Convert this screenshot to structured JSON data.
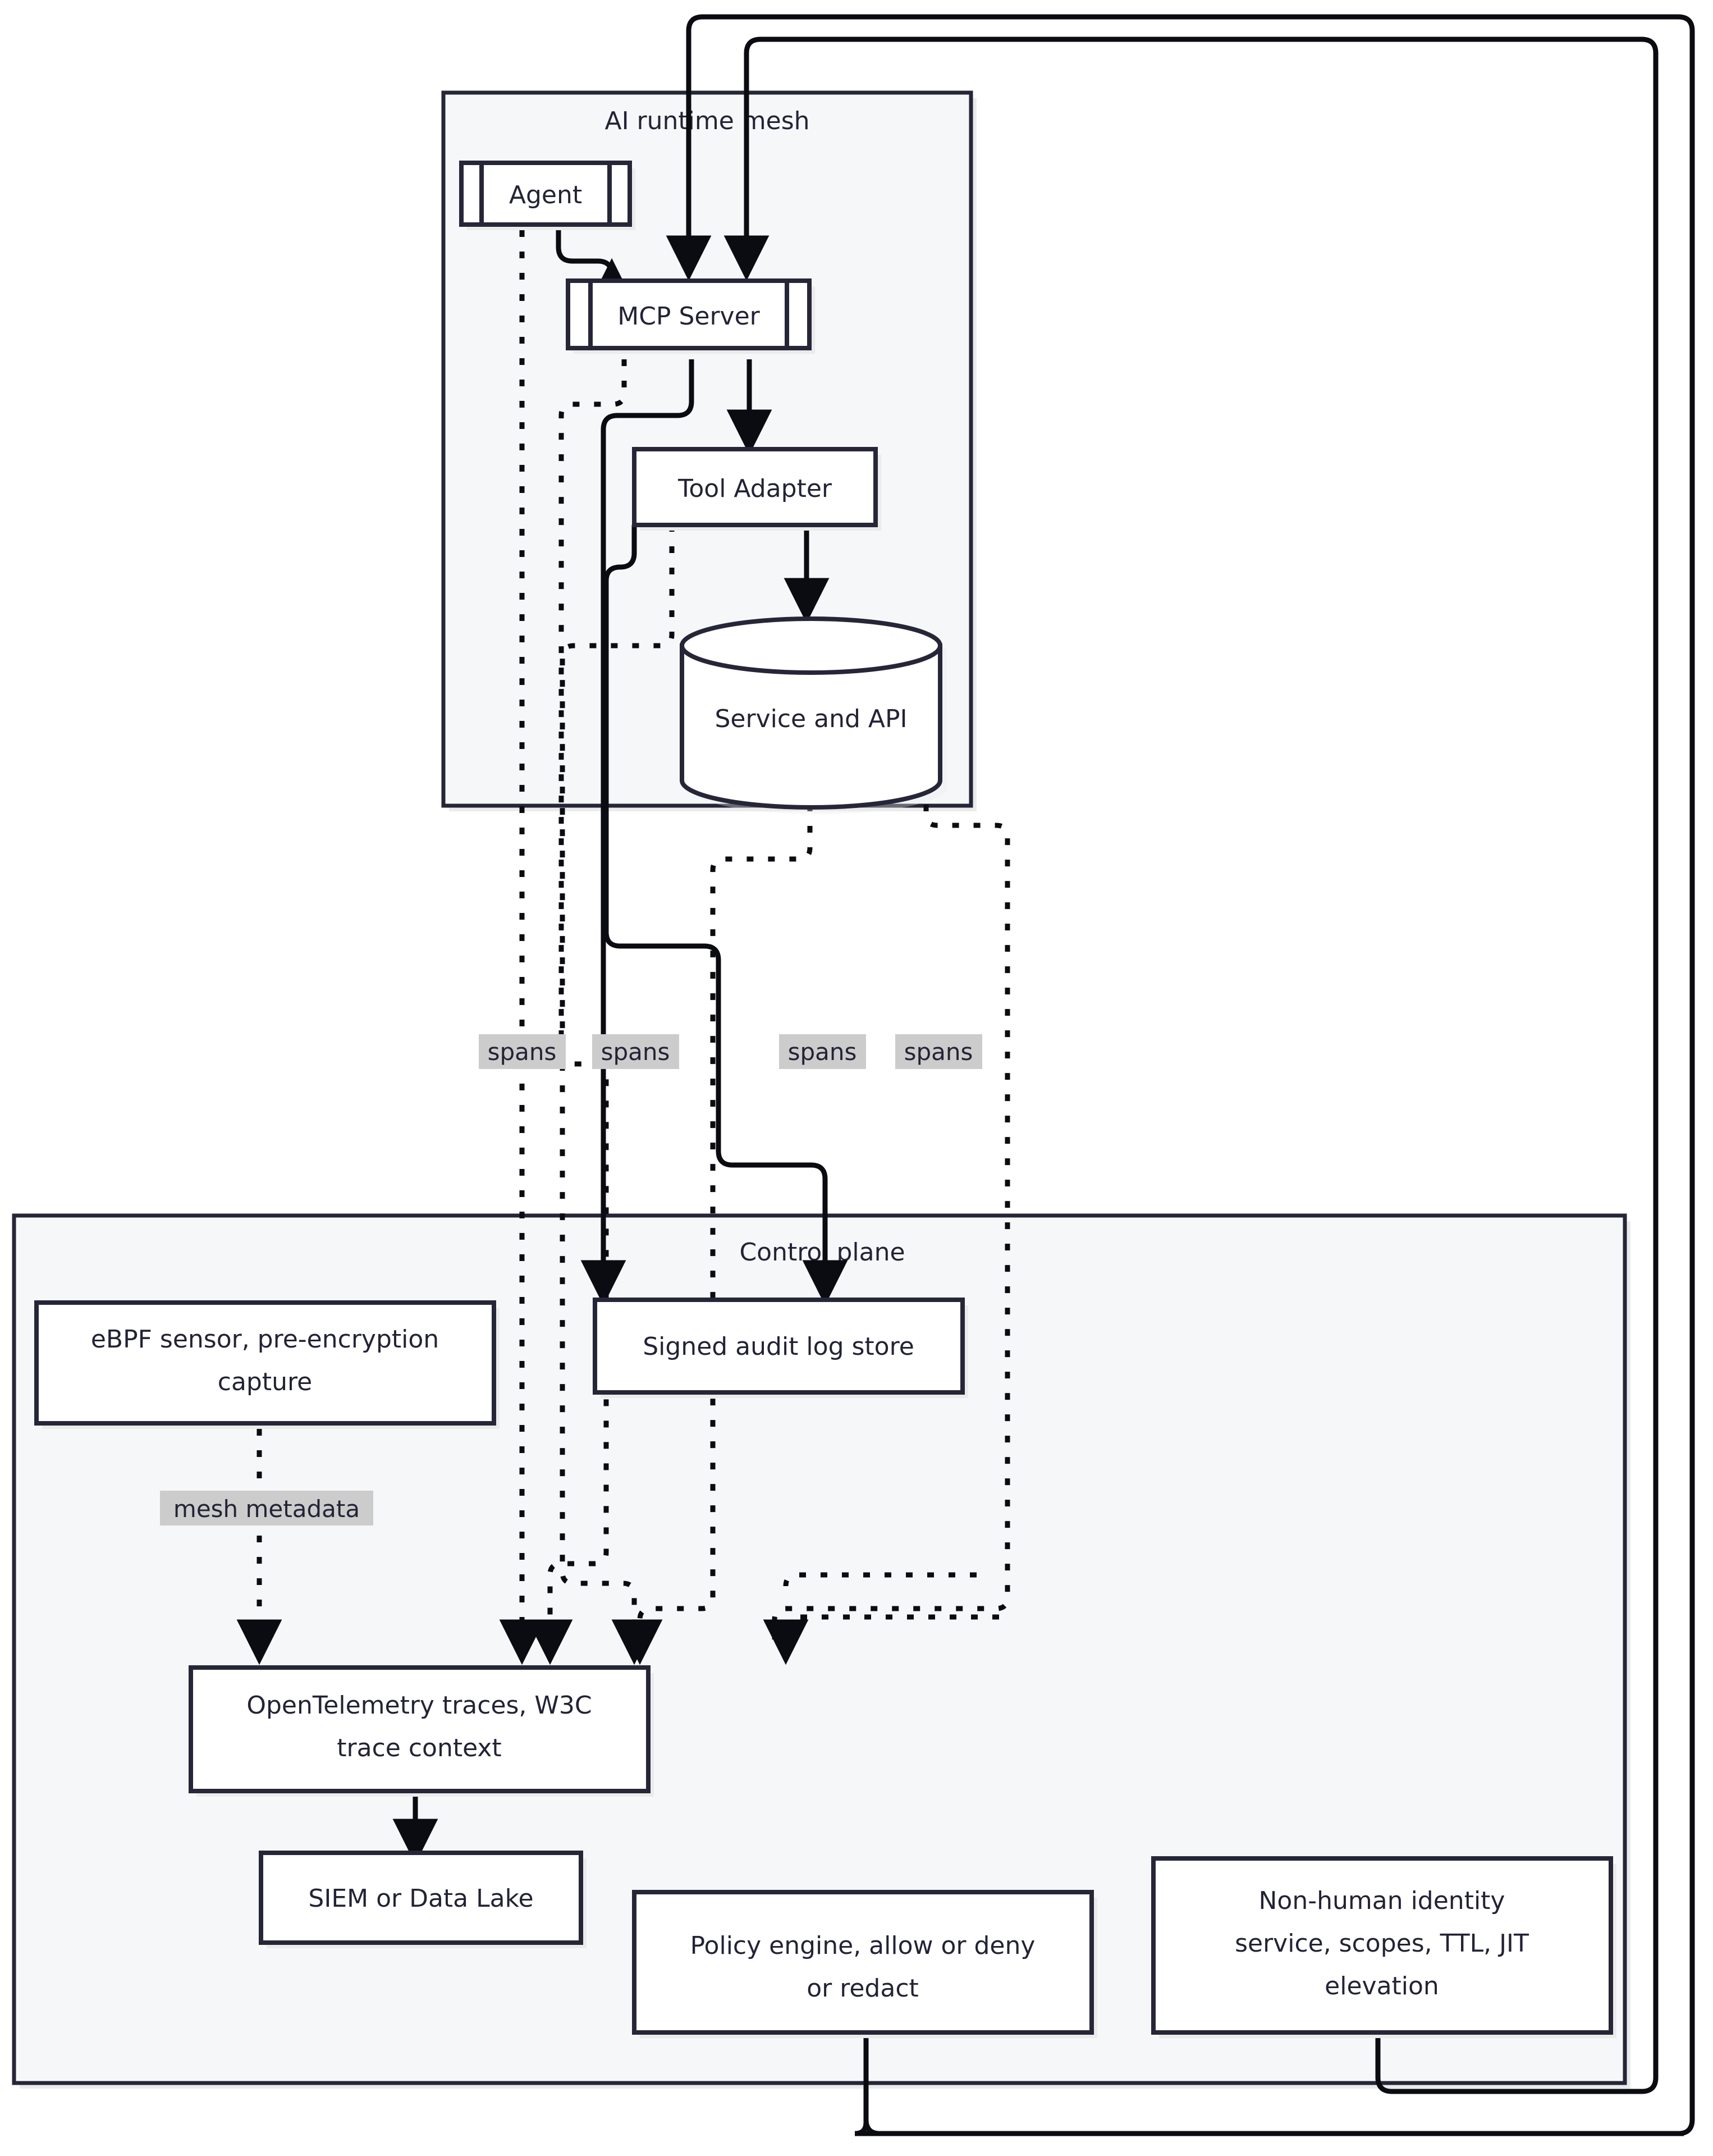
{
  "diagram": {
    "type": "flowchart",
    "title": "AI runtime mesh and control plane observability architecture",
    "colors": {
      "stroke": "#262638",
      "node_fill": "#ffffff",
      "cluster_fill": "#f6f7f9",
      "edge": "#0b0b12",
      "edge_label_bg": "#cccccc",
      "shadow": "#ebebeb"
    },
    "clusters": [
      {
        "id": "mesh",
        "label": "AI runtime mesh"
      },
      {
        "id": "control",
        "label": "Control plane"
      }
    ],
    "nodes": [
      {
        "id": "agent",
        "label": "Agent",
        "shape": "subroutine",
        "cluster": "mesh"
      },
      {
        "id": "mcp",
        "label": "MCP Server",
        "shape": "subroutine",
        "cluster": "mesh"
      },
      {
        "id": "tool",
        "label": "Tool Adapter",
        "shape": "rect",
        "cluster": "mesh"
      },
      {
        "id": "svc",
        "label": "Service and API",
        "shape": "cylinder",
        "cluster": "mesh"
      },
      {
        "id": "ebpf",
        "label": "eBPF sensor, pre-encryption capture",
        "shape": "rect",
        "cluster": "control"
      },
      {
        "id": "audit",
        "label": "Signed audit log store",
        "shape": "rect",
        "cluster": "control"
      },
      {
        "id": "otel",
        "label": "OpenTelemetry traces, W3C trace context",
        "shape": "rect",
        "cluster": "control"
      },
      {
        "id": "siem",
        "label": "SIEM or Data Lake",
        "shape": "rect",
        "cluster": "control"
      },
      {
        "id": "policy",
        "label": "Policy engine, allow or deny or redact",
        "shape": "rect",
        "cluster": "control"
      },
      {
        "id": "nhi",
        "label": "Non-human identity service, scopes, TTL, JIT elevation",
        "shape": "rect",
        "cluster": "control"
      }
    ],
    "node_lines": {
      "agent": [
        "Agent"
      ],
      "mcp": [
        "MCP Server"
      ],
      "tool": [
        "Tool Adapter"
      ],
      "svc": [
        "Service and API"
      ],
      "ebpf": [
        "eBPF sensor, pre-encryption",
        "capture"
      ],
      "audit": [
        "Signed audit log store"
      ],
      "otel": [
        "OpenTelemetry traces, W3C",
        "trace context"
      ],
      "siem": [
        "SIEM or Data Lake"
      ],
      "policy": [
        "Policy engine, allow or deny",
        "or redact"
      ],
      "nhi": [
        "Non-human identity",
        "service, scopes, TTL, JIT",
        "elevation"
      ]
    },
    "edge_labels": [
      {
        "id": "spans1",
        "text": "spans"
      },
      {
        "id": "spans2",
        "text": "spans"
      },
      {
        "id": "spans3",
        "text": "spans"
      },
      {
        "id": "spans4",
        "text": "spans"
      },
      {
        "id": "meshmeta",
        "text": "mesh metadata"
      }
    ],
    "edges": [
      {
        "from": "agent",
        "to": "mcp",
        "style": "solid"
      },
      {
        "from": "mcp",
        "to": "tool",
        "style": "solid"
      },
      {
        "from": "tool",
        "to": "svc",
        "style": "solid"
      },
      {
        "from": "agent",
        "to": "otel",
        "style": "dotted",
        "label": "spans"
      },
      {
        "from": "mcp",
        "to": "otel",
        "style": "dotted",
        "label": "spans"
      },
      {
        "from": "tool",
        "to": "otel",
        "style": "dotted",
        "label": "spans"
      },
      {
        "from": "svc",
        "to": "otel",
        "style": "dotted",
        "label": "spans"
      },
      {
        "from": "ebpf",
        "to": "otel",
        "style": "dotted",
        "label": "mesh metadata"
      },
      {
        "from": "mcp",
        "to": "audit",
        "style": "solid"
      },
      {
        "from": "tool",
        "to": "audit",
        "style": "solid"
      },
      {
        "from": "otel",
        "to": "siem",
        "style": "solid"
      },
      {
        "from": "policy",
        "to": "mcp",
        "style": "solid"
      },
      {
        "from": "nhi",
        "to": "mcp",
        "style": "solid"
      }
    ]
  }
}
